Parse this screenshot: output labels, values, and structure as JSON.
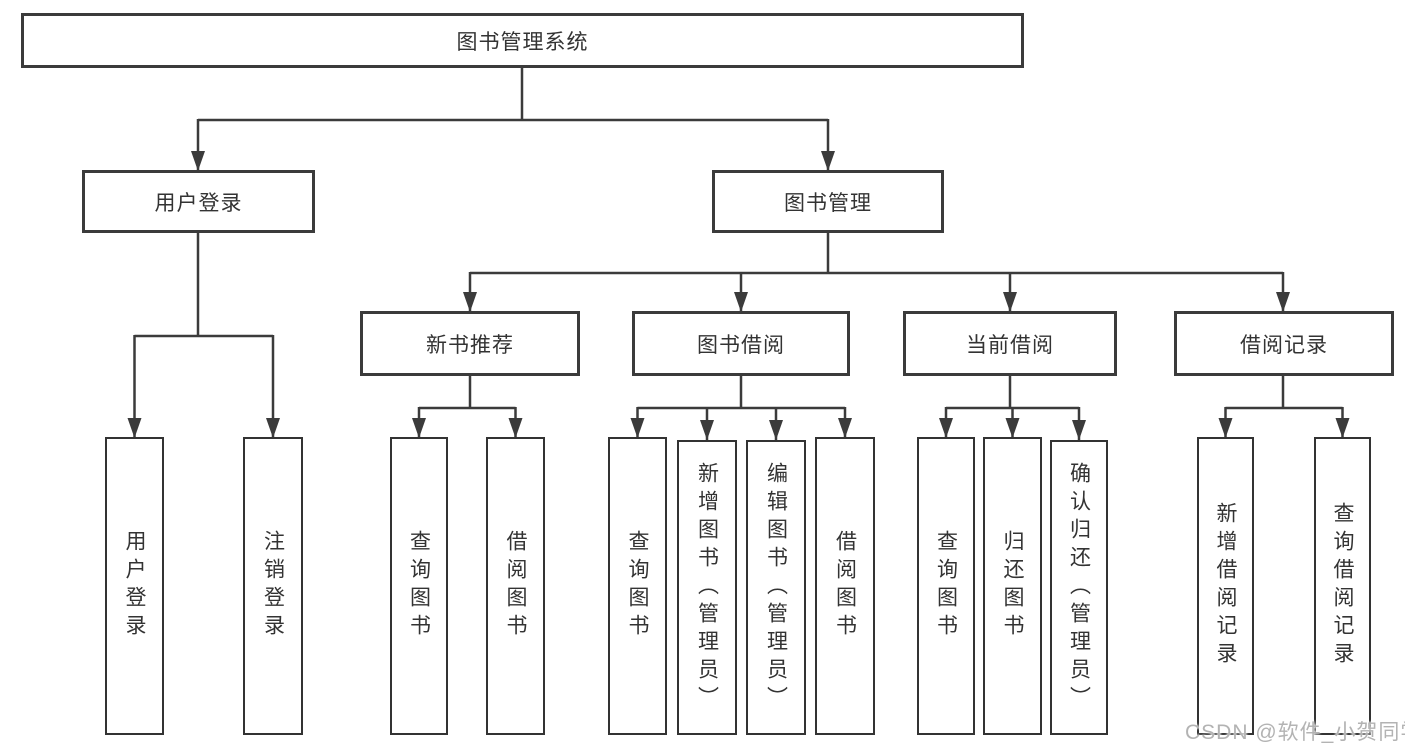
{
  "diagram": {
    "type": "tree",
    "root": "图书管理系统",
    "level2": {
      "user_login": "用户登录",
      "book_mgmt": "图书管理"
    },
    "level3": {
      "new_books": "新书推荐",
      "book_borrow": "图书借阅",
      "current_borrow": "当前借阅",
      "borrow_records": "借阅记录"
    },
    "leaves": {
      "user_login": "用户登录",
      "logout": "注销登录",
      "nb_query_books": "查询图书",
      "nb_borrow_books": "借阅图书",
      "bb_query_books": "查询图书",
      "bb_add_books": "新增图书（管理员）",
      "bb_edit_books": "编辑图书（管理员）",
      "bb_borrow_books": "借阅图书",
      "cb_query_books": "查询图书",
      "cb_return_books": "归还图书",
      "cb_confirm_return": "确认归还（管理员）",
      "br_add_record": "新增借阅记录",
      "br_query_record": "查询借阅记录"
    },
    "hierarchy": [
      {
        "parent": "图书管理系统",
        "children": [
          "用户登录",
          "图书管理"
        ]
      },
      {
        "parent": "用户登录",
        "children": [
          "用户登录",
          "注销登录"
        ]
      },
      {
        "parent": "图书管理",
        "children": [
          "新书推荐",
          "图书借阅",
          "当前借阅",
          "借阅记录"
        ]
      },
      {
        "parent": "新书推荐",
        "children": [
          "查询图书",
          "借阅图书"
        ]
      },
      {
        "parent": "图书借阅",
        "children": [
          "查询图书",
          "新增图书（管理员）",
          "编辑图书（管理员）",
          "借阅图书"
        ]
      },
      {
        "parent": "当前借阅",
        "children": [
          "查询图书",
          "归还图书",
          "确认归还（管理员）"
        ]
      },
      {
        "parent": "借阅记录",
        "children": [
          "新增借阅记录",
          "查询借阅记录"
        ]
      }
    ]
  },
  "watermark": "CSDN @软件_小贺同学",
  "colors": {
    "line": "#3b3b3b",
    "box_border": "#3b3b3b",
    "text": "#333333",
    "watermark": "#b3b3b3",
    "background": "#ffffff"
  }
}
